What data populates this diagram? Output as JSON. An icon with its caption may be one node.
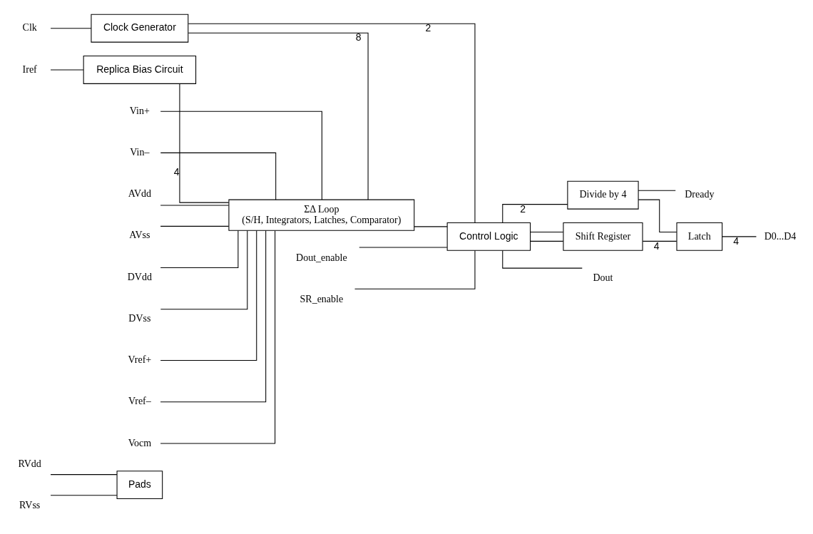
{
  "diagram": {
    "nodes": [
      {
        "text": [
          "RVdd"
        ]
      },
      {
        "text": [
          "RVss"
        ]
      },
      {
        "text": [
          "Pads"
        ]
      },
      {
        "text": [
          "Clk"
        ]
      },
      {
        "text": [
          "Clock Generator"
        ]
      },
      {
        "text": [
          "Iref"
        ]
      },
      {
        "text": [
          "Replica Bias Circuit"
        ]
      },
      {
        "text": [
          "Vin+"
        ]
      },
      {
        "text": [
          "Vin–"
        ]
      },
      {
        "text": [
          "ΣΔ Loop",
          "(S/H, Integrators, Latches, Comparator)"
        ]
      },
      {
        "text": [
          "Control Logic"
        ]
      },
      {
        "text": [
          "Divide by 4"
        ]
      },
      {
        "text": [
          "Dready"
        ]
      },
      {
        "text": [
          "Shift Register"
        ]
      },
      {
        "text": [
          "Latch"
        ]
      },
      {
        "text": [
          "D0...D4"
        ]
      },
      {
        "text": [
          "AVdd"
        ]
      },
      {
        "text": [
          "AVss"
        ]
      },
      {
        "text": [
          "DVdd"
        ]
      },
      {
        "text": [
          "DVss"
        ]
      },
      {
        "text": [
          "Vref+"
        ]
      },
      {
        "text": [
          "Vref–"
        ]
      },
      {
        "text": [
          "Vocm"
        ]
      },
      {
        "text": [
          "Dout_enable"
        ]
      },
      {
        "text": [
          "SR_enable"
        ]
      },
      {
        "text": [
          "Dout"
        ]
      }
    ],
    "edges": [
      {
        "from": 0,
        "to": 2,
        "arrow": "none"
      },
      {
        "from": 1,
        "to": 2,
        "arrow": "none"
      },
      {
        "from": 3,
        "to": 4,
        "arrow": "none"
      },
      {
        "from": 5,
        "to": 6,
        "arrow": "none"
      },
      {
        "from": 4,
        "to": 9,
        "arrow": "none",
        "label": "8"
      },
      {
        "from": 4,
        "to": 10,
        "arrow": "none",
        "label": "2"
      },
      {
        "from": 6,
        "to": 9,
        "arrow": "none",
        "label": "4"
      },
      {
        "from": 7,
        "to": 9,
        "arrow": "none"
      },
      {
        "from": 8,
        "to": 9,
        "arrow": "none"
      },
      {
        "from": 16,
        "to": 9,
        "arrow": "none"
      },
      {
        "from": 17,
        "to": 9,
        "arrow": "none"
      },
      {
        "from": 18,
        "to": 9,
        "arrow": "none"
      },
      {
        "from": 19,
        "to": 9,
        "arrow": "none"
      },
      {
        "from": 20,
        "to": 9,
        "arrow": "none"
      },
      {
        "from": 21,
        "to": 9,
        "arrow": "none"
      },
      {
        "from": 22,
        "to": 9,
        "arrow": "none"
      },
      {
        "from": 9,
        "to": 10,
        "arrow": "none"
      },
      {
        "from": 23,
        "to": 10,
        "arrow": "none"
      },
      {
        "from": 24,
        "to": 10,
        "arrow": "none"
      },
      {
        "from": 10,
        "to": 11,
        "arrow": "none",
        "label": "2"
      },
      {
        "from": 10,
        "to": 13,
        "arrow": "none"
      },
      {
        "from": 10,
        "to": 13,
        "arrow": "none"
      },
      {
        "from": 10,
        "to": 25,
        "arrow": "none"
      },
      {
        "from": 11,
        "to": 12,
        "arrow": "none"
      },
      {
        "from": 11,
        "to": 14,
        "arrow": "none"
      },
      {
        "from": 13,
        "to": 14,
        "arrow": "none",
        "label": "4"
      },
      {
        "from": 14,
        "to": 15,
        "arrow": "none",
        "label": "4"
      }
    ]
  }
}
